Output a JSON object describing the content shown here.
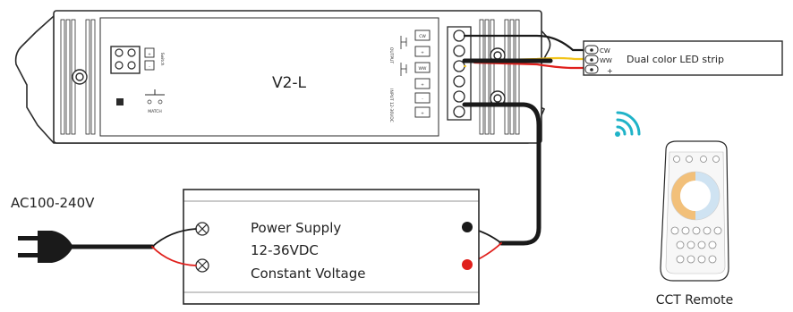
{
  "controller": {
    "model": "V2-L",
    "output_label": "OUTPUT",
    "input_label": "INPUT 12-36VDC",
    "match_label": "MATCH",
    "switch_label": "Switch",
    "cw_terminal": "CW",
    "ww_terminal": "WW",
    "plus_terminal": "+",
    "minus_terminal": "-"
  },
  "led_strip": {
    "label": "Dual color LED strip",
    "cw": "CW",
    "ww": "WW",
    "plus": "+"
  },
  "power_supply": {
    "line1": "Power Supply",
    "line2": "12-36VDC",
    "line3": "Constant Voltage"
  },
  "ac_input": {
    "label": "AC100-240V"
  },
  "remote": {
    "label": "CCT Remote"
  },
  "colors": {
    "outline": "#2a2a2a",
    "wire_black": "#1a1a1a",
    "wire_red": "#e0201c",
    "wire_yellow": "#f2c318",
    "wifi": "#1fb3c8"
  }
}
